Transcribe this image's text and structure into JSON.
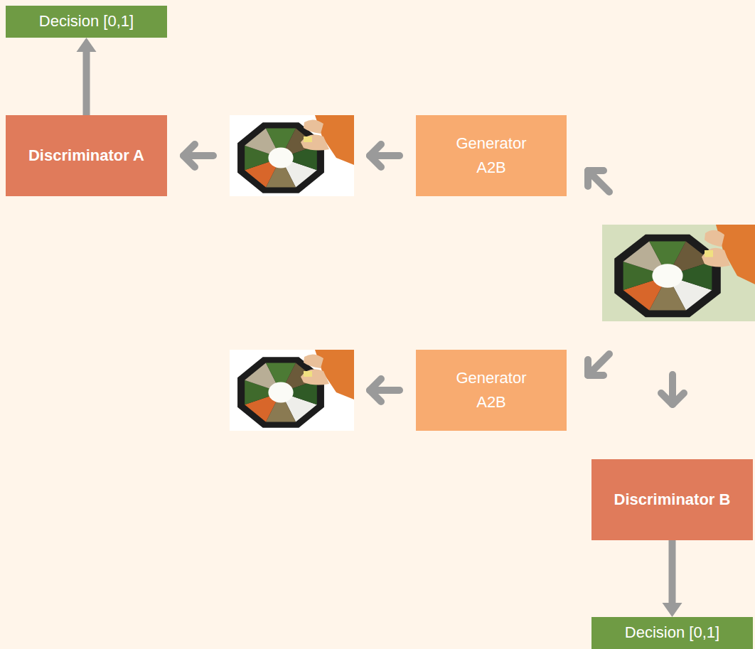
{
  "diagram": {
    "nodes": [
      {
        "text": [
          "Decision [0,1]"
        ]
      },
      {
        "text": [
          "Discriminator A"
        ]
      },
      {
        "text": [
          "Generator A2B"
        ]
      },
      {
        "text": [
          "Generator A2B"
        ]
      },
      {
        "text": [
          "Discriminator B"
        ]
      },
      {
        "text": [
          "Decision [0,1]"
        ]
      }
    ],
    "edges": [
      {
        "from": 1,
        "to": 0,
        "arrow": "to"
      },
      {
        "from": 4,
        "to": 5,
        "arrow": "to"
      }
    ]
  }
}
